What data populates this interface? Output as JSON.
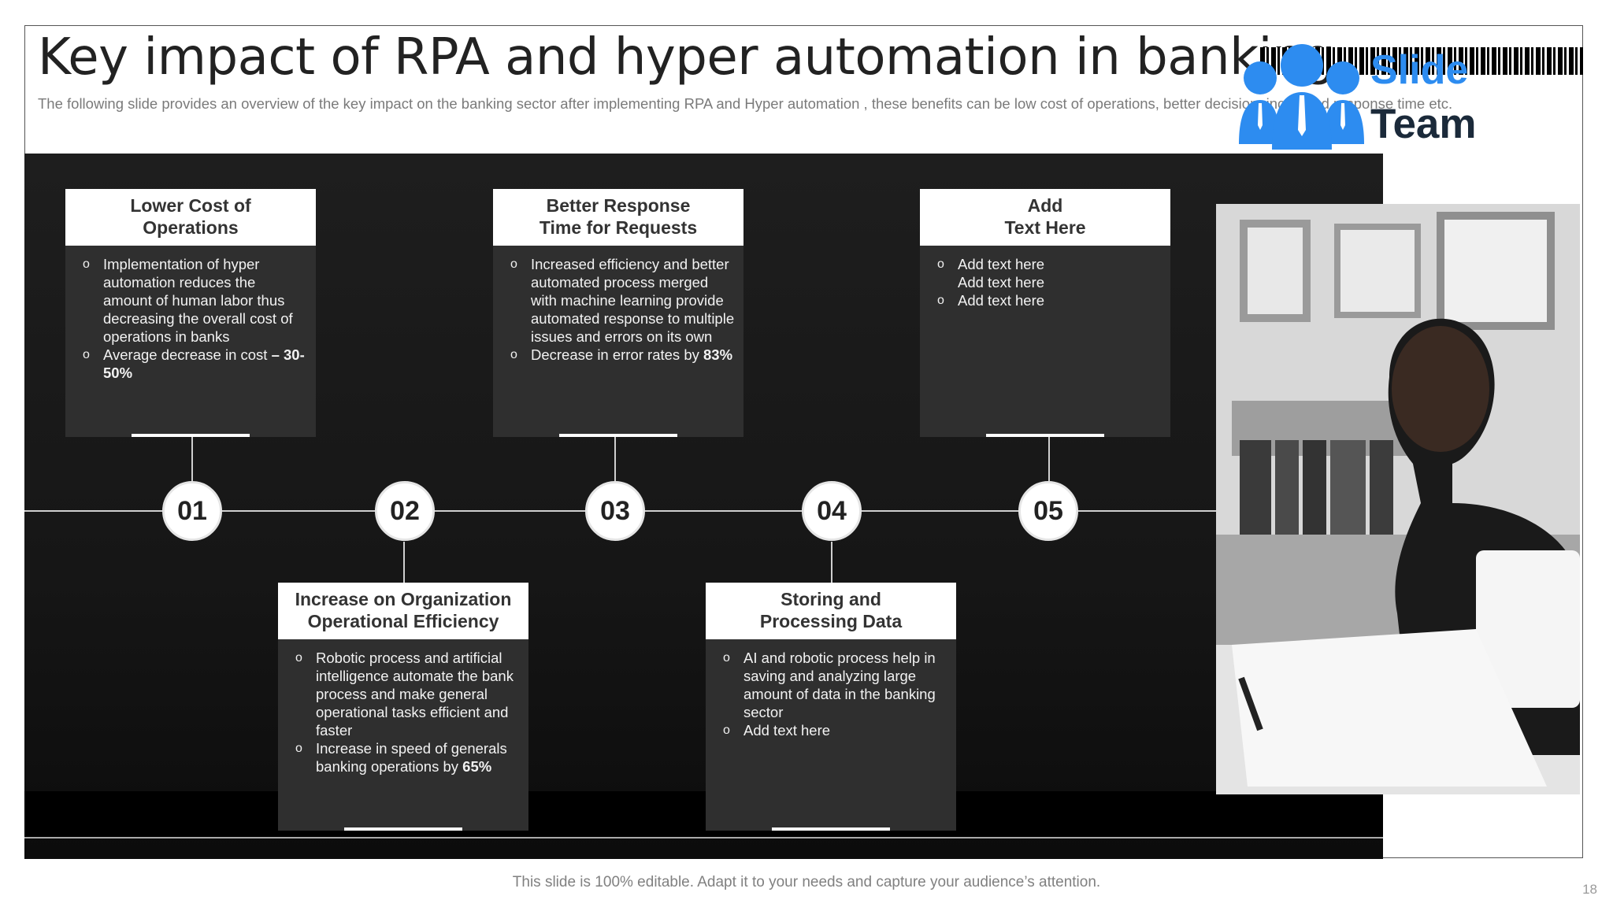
{
  "slide": {
    "title": "Key impact of RPA and hyper automation  in banking",
    "subtitle": "The following slide provides an overview of the key impact on the banking sector after implementing RPA and Hyper  automation , these benefits can be low cost of operations, better decision, increased response time etc.",
    "footer": "This slide is 100% editable. Adapt it to your needs and capture your audience’s attention.",
    "page_number": "18"
  },
  "logo": {
    "line1": "Slide",
    "line2": "Team",
    "icon": "people-group-icon"
  },
  "steps": [
    {
      "number": "01",
      "heading": "Lower Cost of\nOperations",
      "bullets": [
        {
          "text": "Implementation of hyper automation reduces the amount of human labor thus decreasing the overall cost of operations in banks"
        },
        {
          "text": "Average  decrease in cost",
          "strong": "– 30-50%"
        }
      ]
    },
    {
      "number": "02",
      "heading": "Increase on Organization\nOperational Efficiency",
      "bullets": [
        {
          "text": "Robotic process and artificial intelligence automate the bank process and make general operational tasks efficient and faster"
        },
        {
          "text": "Increase in speed of generals banking operations by",
          "strong": "65%"
        }
      ]
    },
    {
      "number": "03",
      "heading": "Better Response\nTime for Requests",
      "bullets": [
        {
          "text": "Increased efficiency and better automated process merged with machine learning provide automated response to multiple issues and errors on its own"
        },
        {
          "text": "Decrease in error rates by",
          "strong": "83%"
        }
      ]
    },
    {
      "number": "04",
      "heading": "Storing and\nProcessing Data",
      "bullets": [
        {
          "text": "AI  and robotic process help in saving and analyzing large amount of data in the banking sector"
        },
        {
          "text": "Add text here"
        }
      ]
    },
    {
      "number": "05",
      "heading": "Add\nText Here",
      "bullets": [
        {
          "text": "Add text here"
        },
        {
          "text": "Add text here",
          "continuation": true
        },
        {
          "text": "Add text here"
        }
      ]
    }
  ],
  "photo": {
    "icon": "man-writing-at-desk-photo"
  }
}
